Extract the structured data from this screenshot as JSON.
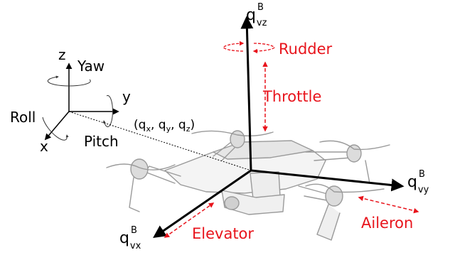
{
  "world_frame": {
    "z_label": "z",
    "y_label": "y",
    "x_label": "x",
    "yaw_label": "Yaw",
    "roll_label": "Roll",
    "pitch_label": "Pitch"
  },
  "position": {
    "open": "(q",
    "x_sub": "x",
    "sep1": ", q",
    "y_sub": "y",
    "sep2": ", q",
    "z_sub": "z",
    "close": ")"
  },
  "body_axes": {
    "z": {
      "base": "q",
      "sup": "B",
      "sub": "vz"
    },
    "y": {
      "base": "q",
      "sup": "B",
      "sub": "vy"
    },
    "x": {
      "base": "q",
      "sup": "B",
      "sub": "vx"
    }
  },
  "controls": {
    "rudder": "Rudder",
    "throttle": "Throttle",
    "aileron": "Aileron",
    "elevator": "Elevator"
  },
  "colors": {
    "axes": "#000000",
    "controls": "#e8141c",
    "drone": "#9a9a9a"
  }
}
